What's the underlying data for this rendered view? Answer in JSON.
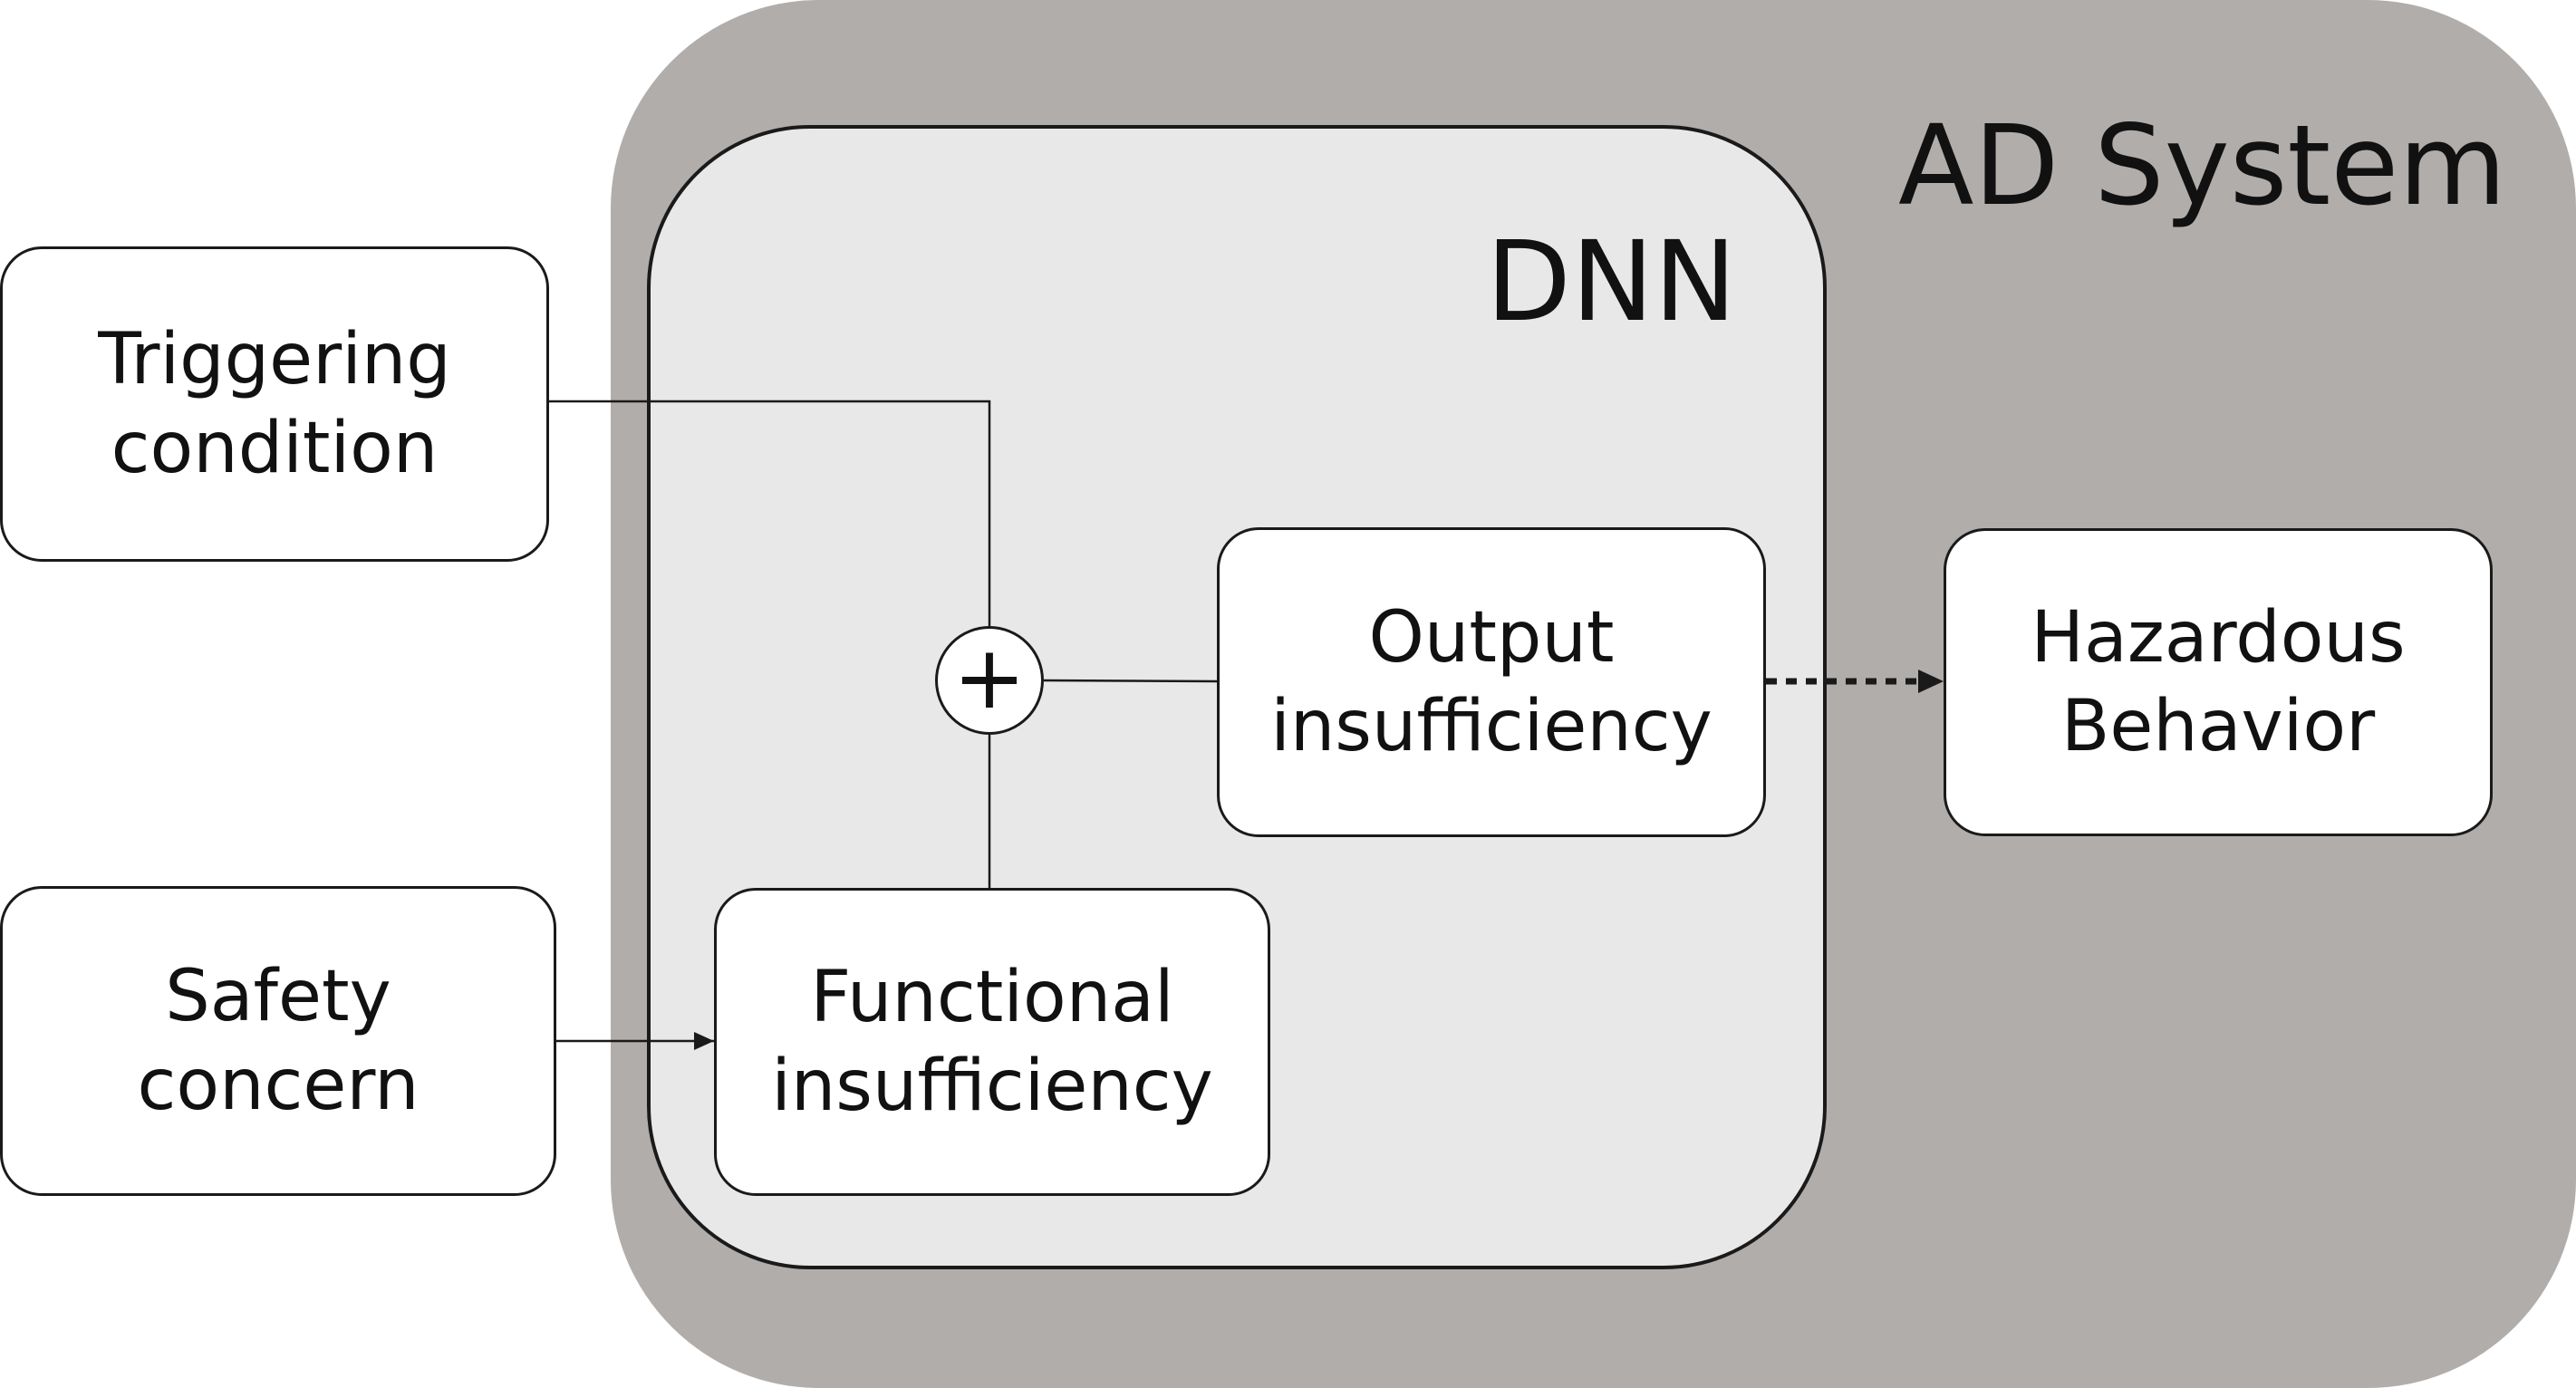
{
  "regions": {
    "ad_system": {
      "title": "AD System"
    },
    "dnn": {
      "title": "DNN"
    }
  },
  "boxes": {
    "triggering_condition": "Triggering\ncondition",
    "safety_concern": "Safety\nconcern",
    "functional_insufficiency": "Functional\ninsufficiency",
    "output_insufficiency": "Output\ninsufficiency",
    "hazardous_behavior": "Hazardous\nBehavior"
  },
  "sum_node": {
    "symbol": "+"
  },
  "colors": {
    "ad_system_fill": "#b0adab",
    "dnn_fill": "#e8e8e8",
    "box_fill": "#ffffff",
    "stroke": "#1a1a1a"
  }
}
